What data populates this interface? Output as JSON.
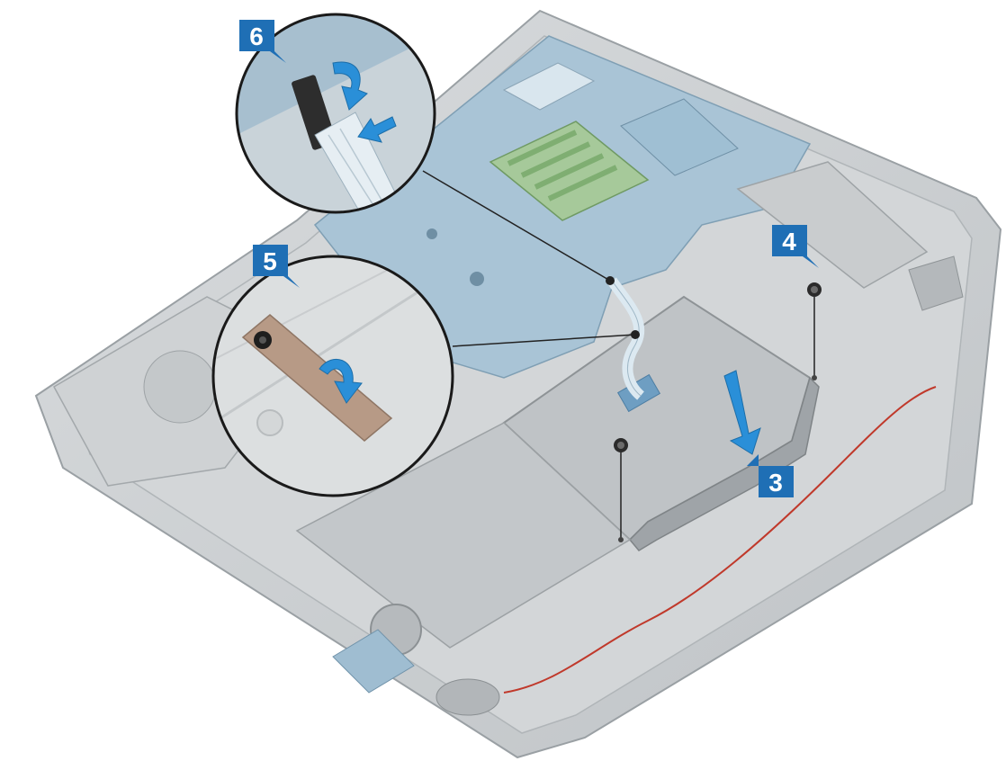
{
  "callouts": {
    "step_3": "3",
    "step_4": "4",
    "step_5": "5",
    "step_6": "6"
  },
  "colors": {
    "callout_badge": "#1f6fb5",
    "callout_text": "#ffffff",
    "action_arrow": "#2a8fd8",
    "leader_line": "#222222",
    "chassis": "#c9cdd0",
    "chassis_edge": "#9aa0a4",
    "motherboard": "#a9c4d6",
    "memory_module": "#a6c99a",
    "touchpad_bracket": "#b7bcc0",
    "tape": "#b79a86",
    "flex_cable": "#d8e8f0",
    "speaker_wire": "#c0392b",
    "zoom_circle_border": "#1a1a1a"
  },
  "icons": {
    "action_arrow": "curved-arrow-icon",
    "screw": "screw-icon"
  }
}
